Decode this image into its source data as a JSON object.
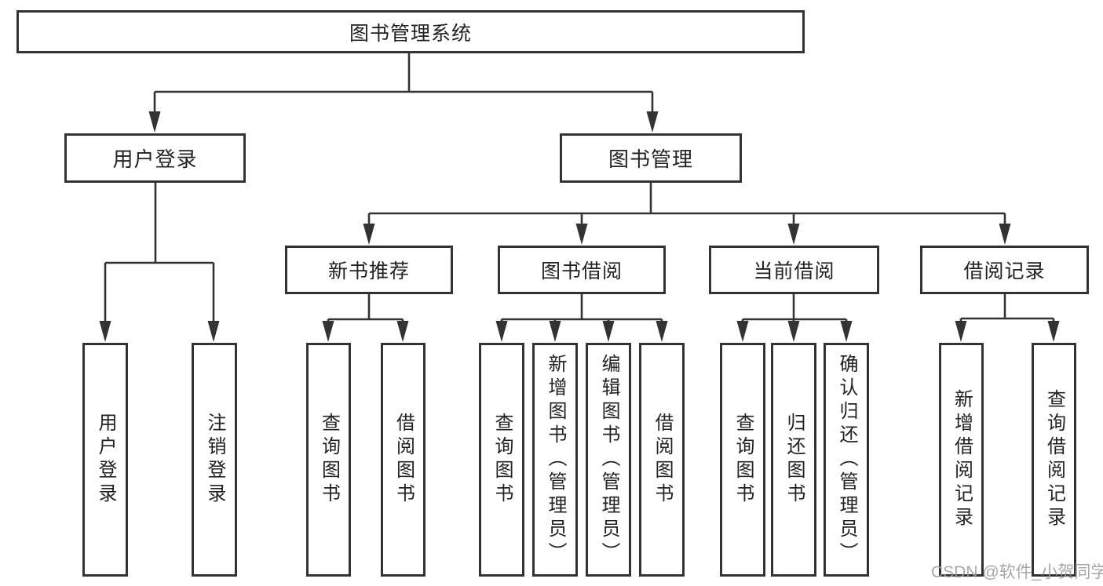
{
  "diagram_title": "图书管理系统",
  "tree": {
    "label": "图书管理系统",
    "children": [
      {
        "label": "用户登录",
        "children": [
          {
            "label": "用户登录"
          },
          {
            "label": "注销登录"
          }
        ]
      },
      {
        "label": "图书管理",
        "children": [
          {
            "label": "新书推荐",
            "children": [
              {
                "label": "查询图书"
              },
              {
                "label": "借阅图书"
              }
            ]
          },
          {
            "label": "图书借阅",
            "children": [
              {
                "label": "查询图书"
              },
              {
                "label": "新增图书（管理员）"
              },
              {
                "label": "编辑图书（管理员）"
              },
              {
                "label": "借阅图书"
              }
            ]
          },
          {
            "label": "当前借阅",
            "children": [
              {
                "label": "查询图书"
              },
              {
                "label": "归还图书"
              },
              {
                "label": "确认归还（管理员）"
              }
            ]
          },
          {
            "label": "借阅记录",
            "children": [
              {
                "label": "新增借阅记录"
              },
              {
                "label": "查询借阅记录"
              }
            ]
          }
        ]
      }
    ]
  },
  "watermark": "CSDN @软件_小贺同学",
  "colors": {
    "line": "#333333",
    "box_border": "#333333",
    "box_background": "#ffffff",
    "text": "#222222",
    "watermark": "#9e9e9e",
    "background": "#ffffff"
  }
}
